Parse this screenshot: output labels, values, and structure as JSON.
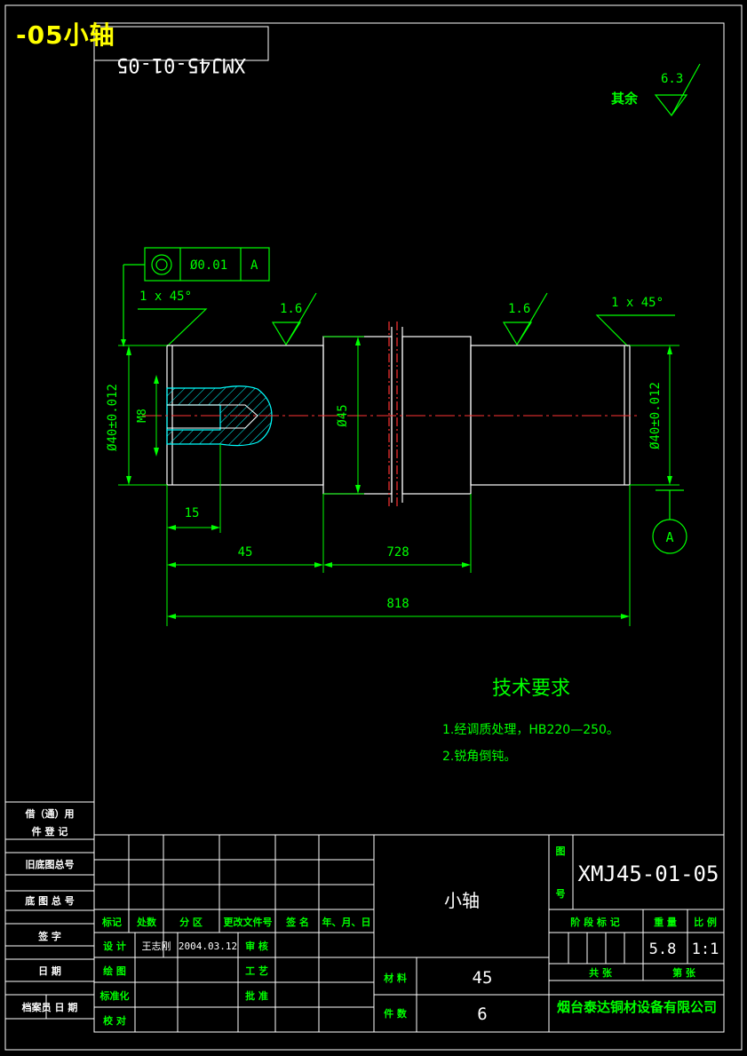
{
  "overlay_title": "-05小轴",
  "top_code_mirrored": "XMJ45-01-05",
  "surface": {
    "rest_label": "其余",
    "rest_value": "6.3",
    "left_value": "1.6",
    "right_value": "1.6"
  },
  "tolerance_frame": {
    "value": "Ø0.01",
    "datum": "A"
  },
  "chamfer_left": "1 x 45°",
  "chamfer_right": "1 x 45°",
  "dims": {
    "dia_left": "Ø40±0.012",
    "dia_right": "Ø40±0.012",
    "thread": "M8",
    "dia_mid": "Ø45",
    "d15": "15",
    "d45": "45",
    "d728": "728",
    "d818": "818"
  },
  "datum_label": "A",
  "tech": {
    "title": "技术要求",
    "line1": "1.经调质处理，HB220—250。",
    "line2": "2.锐角倒钝。"
  },
  "left_strip": {
    "row1a": "借（通）用",
    "row1b": "件 登 记",
    "row2": "旧底图总号",
    "row3": "底 图 总 号",
    "row4": "签   字",
    "row5": "日   期",
    "row6": "档案员 日 期"
  },
  "title_block": {
    "part_name": "小轴",
    "drawing_no_label_1": "图",
    "drawing_no_label_2": "号",
    "drawing_no": "XMJ45-01-05",
    "h_mark": "标记",
    "h_qty": "处数",
    "h_zone": "分 区",
    "h_doc": "更改文件号",
    "h_sign": "签 名",
    "h_date": "年、月、日",
    "design": "设 计",
    "designer": "王志刚",
    "design_date": "2004.03.12",
    "review": "审 核",
    "drawn": "绘 图",
    "process": "工 艺",
    "standard": "标准化",
    "approve": "批 准",
    "check": "校 对",
    "stage_label": "阶 段 标 记",
    "weight_label": "重 量",
    "scale_label": "比 例",
    "weight": "5.8",
    "scale": "1:1",
    "total_label": "共    张",
    "sheet_label": "第    张",
    "material_label": "材 料",
    "material": "45",
    "count_label": "件 数",
    "count": "6",
    "company": "烟台泰达铜材设备有限公司"
  }
}
